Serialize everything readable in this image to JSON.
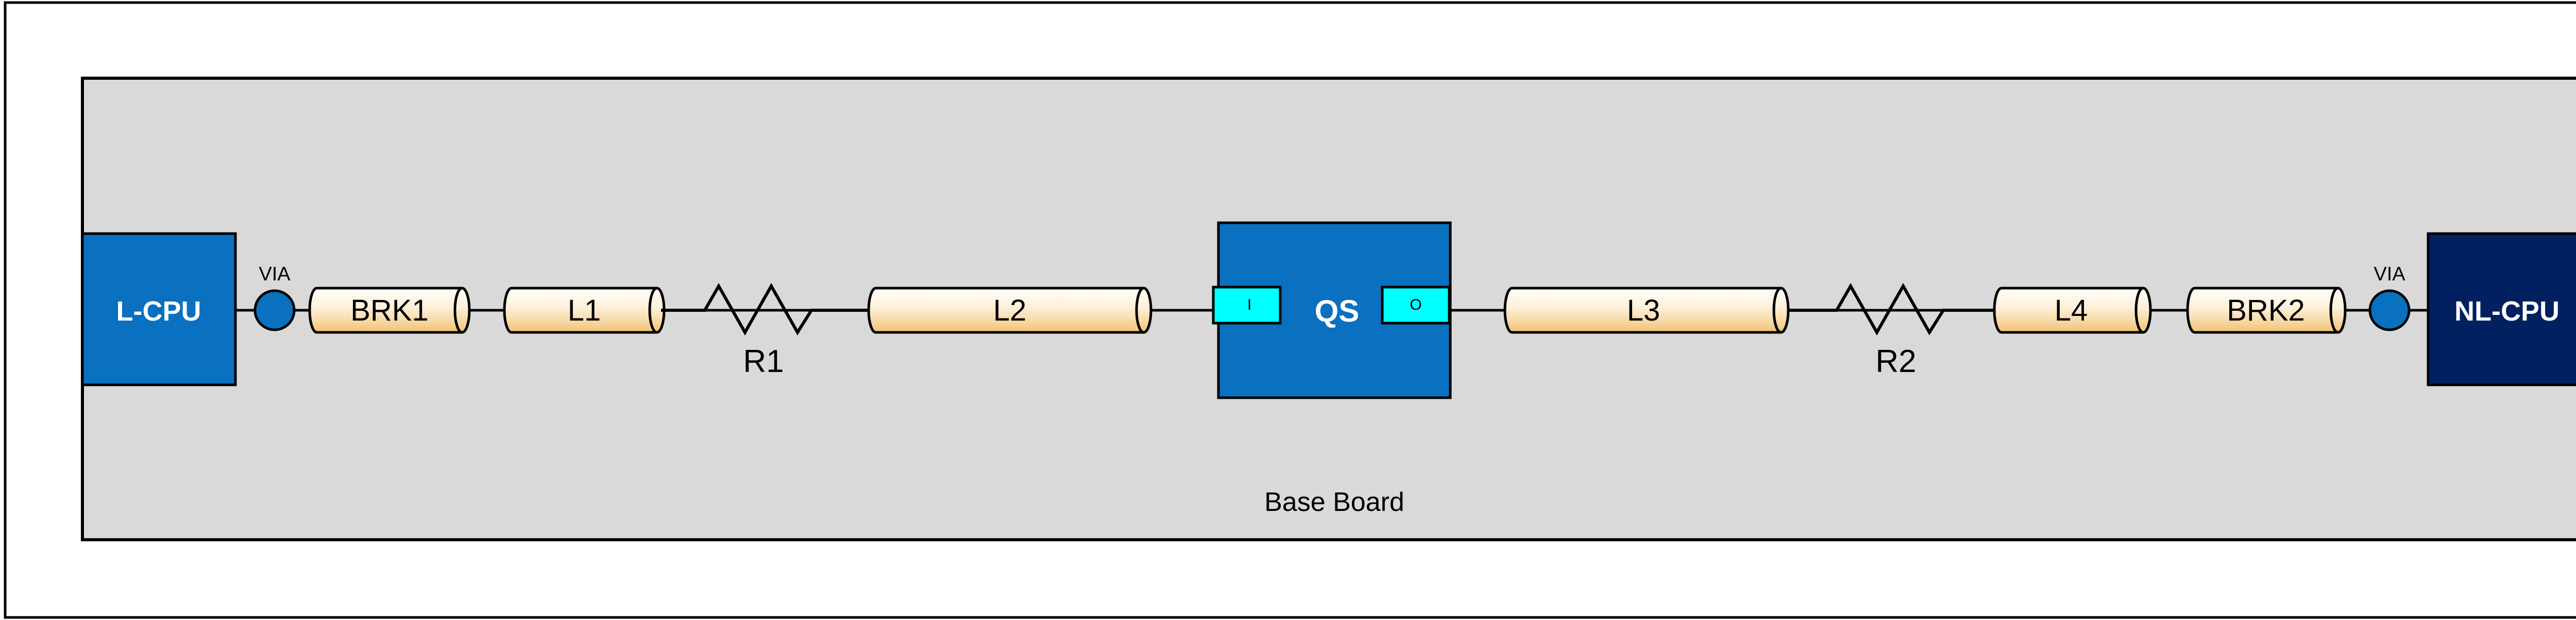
{
  "board": {
    "label": "Base Board"
  },
  "left_cpu": {
    "label": "L-CPU"
  },
  "right_cpu": {
    "label": "NL-CPU"
  },
  "left_via": {
    "label": "VIA"
  },
  "right_via": {
    "label": "VIA"
  },
  "segments": {
    "brk1": "BRK1",
    "l1": "L1",
    "l2": "L2",
    "l3": "L3",
    "l4": "L4",
    "brk2": "BRK2"
  },
  "resistors": {
    "r1": "R1",
    "r2": "R2"
  },
  "qs": {
    "label": "QS",
    "input_port": "I",
    "output_port": "O"
  },
  "colors": {
    "board_fill": "#d9d9d9",
    "cpu_left": "#0a70c0",
    "cpu_right": "#002060",
    "qs_fill": "#0a70c0",
    "port_fill": "#00ffff",
    "via_fill": "#0a70c0",
    "cylinder_light": "#fff8ea",
    "cylinder_dark": "#f5c77e"
  }
}
